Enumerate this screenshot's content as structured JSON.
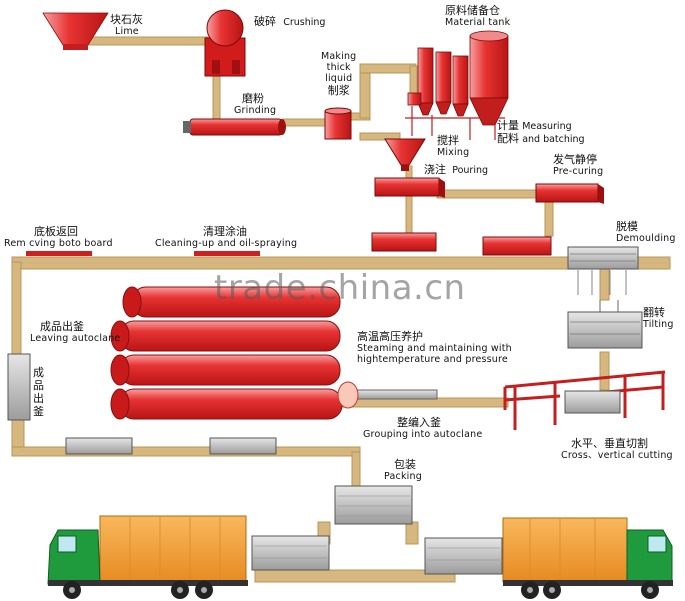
{
  "labels": {
    "lime": {
      "zh": "块石灰",
      "en": "Lime"
    },
    "crushing": {
      "zh": "破碎",
      "en": "Crushing"
    },
    "material_tank": {
      "zh": "原料储备仓",
      "en": "Material tank"
    },
    "making_liquid": {
      "en1": "Making",
      "en2": "thick",
      "en3": "liquid",
      "zh": "制浆"
    },
    "grinding": {
      "zh": "磨粉",
      "en": "Grinding"
    },
    "measuring": {
      "zh1": "计量",
      "zh2": "配料",
      "en1": "Measuring",
      "en2": "and batching"
    },
    "mixing": {
      "zh": "搅拌",
      "en": "Mixing"
    },
    "pouring": {
      "zh": "浇注",
      "en": "Pouring"
    },
    "pre_curing": {
      "zh": "发气静停",
      "en": "Pre-curing"
    },
    "removing_board": {
      "zh": "底板返回",
      "en": "Rem cving boto board"
    },
    "cleaning": {
      "zh": "清理涂油",
      "en": "Cleaning-up and oil-spraying"
    },
    "demoulding": {
      "zh": "脱模",
      "en": "Demoulding"
    },
    "tilting": {
      "zh": "翻转",
      "en": "Tilting"
    },
    "leaving_autoclave": {
      "zh": "成品出釜",
      "en": "Leaving autoclane"
    },
    "leaving_vertical": {
      "zh": "成品出釜"
    },
    "steaming": {
      "zh": "高温高压养护",
      "en1": "Steaming and maintaining with",
      "en2": "hightemperature and pressure"
    },
    "grouping": {
      "zh": "整编入釜",
      "en": "Grouping into autoclane"
    },
    "cutting": {
      "zh": "水平、垂直切割",
      "en": "Cross、vertical cutting"
    },
    "packing": {
      "zh": "包装",
      "en": "Packing"
    }
  },
  "watermark": "trade.china.cn",
  "colors": {
    "belt": "#d6b77f",
    "belt_edge": "#b89658",
    "red": "#e0262a",
    "red_light": "#f06a6a",
    "truck_body": "#f4a340",
    "cab_green": "#1f9a3c",
    "block_gray": "#b8b8b8"
  }
}
